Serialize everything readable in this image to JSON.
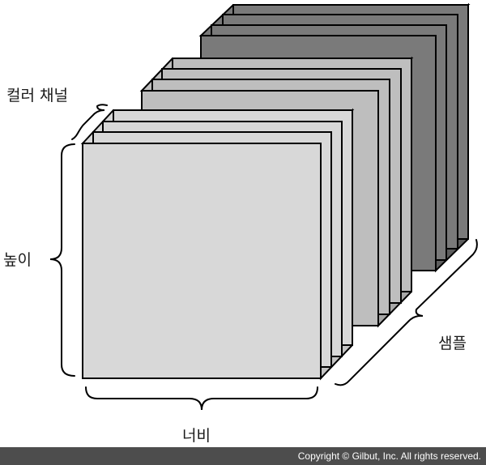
{
  "labels": {
    "color_channel": "컬러 채널",
    "height": "높이",
    "width": "너비",
    "samples": "샘플"
  },
  "footer": {
    "copyright": "Copyright © Gilbut, Inc. All rights reserved."
  },
  "colors": {
    "back_cube": "#7a7a7a",
    "middle_cube": "#bebebe",
    "front_cube": "#d8d8d8",
    "outline": "#000000",
    "footer_background": "#4d4d4d"
  }
}
